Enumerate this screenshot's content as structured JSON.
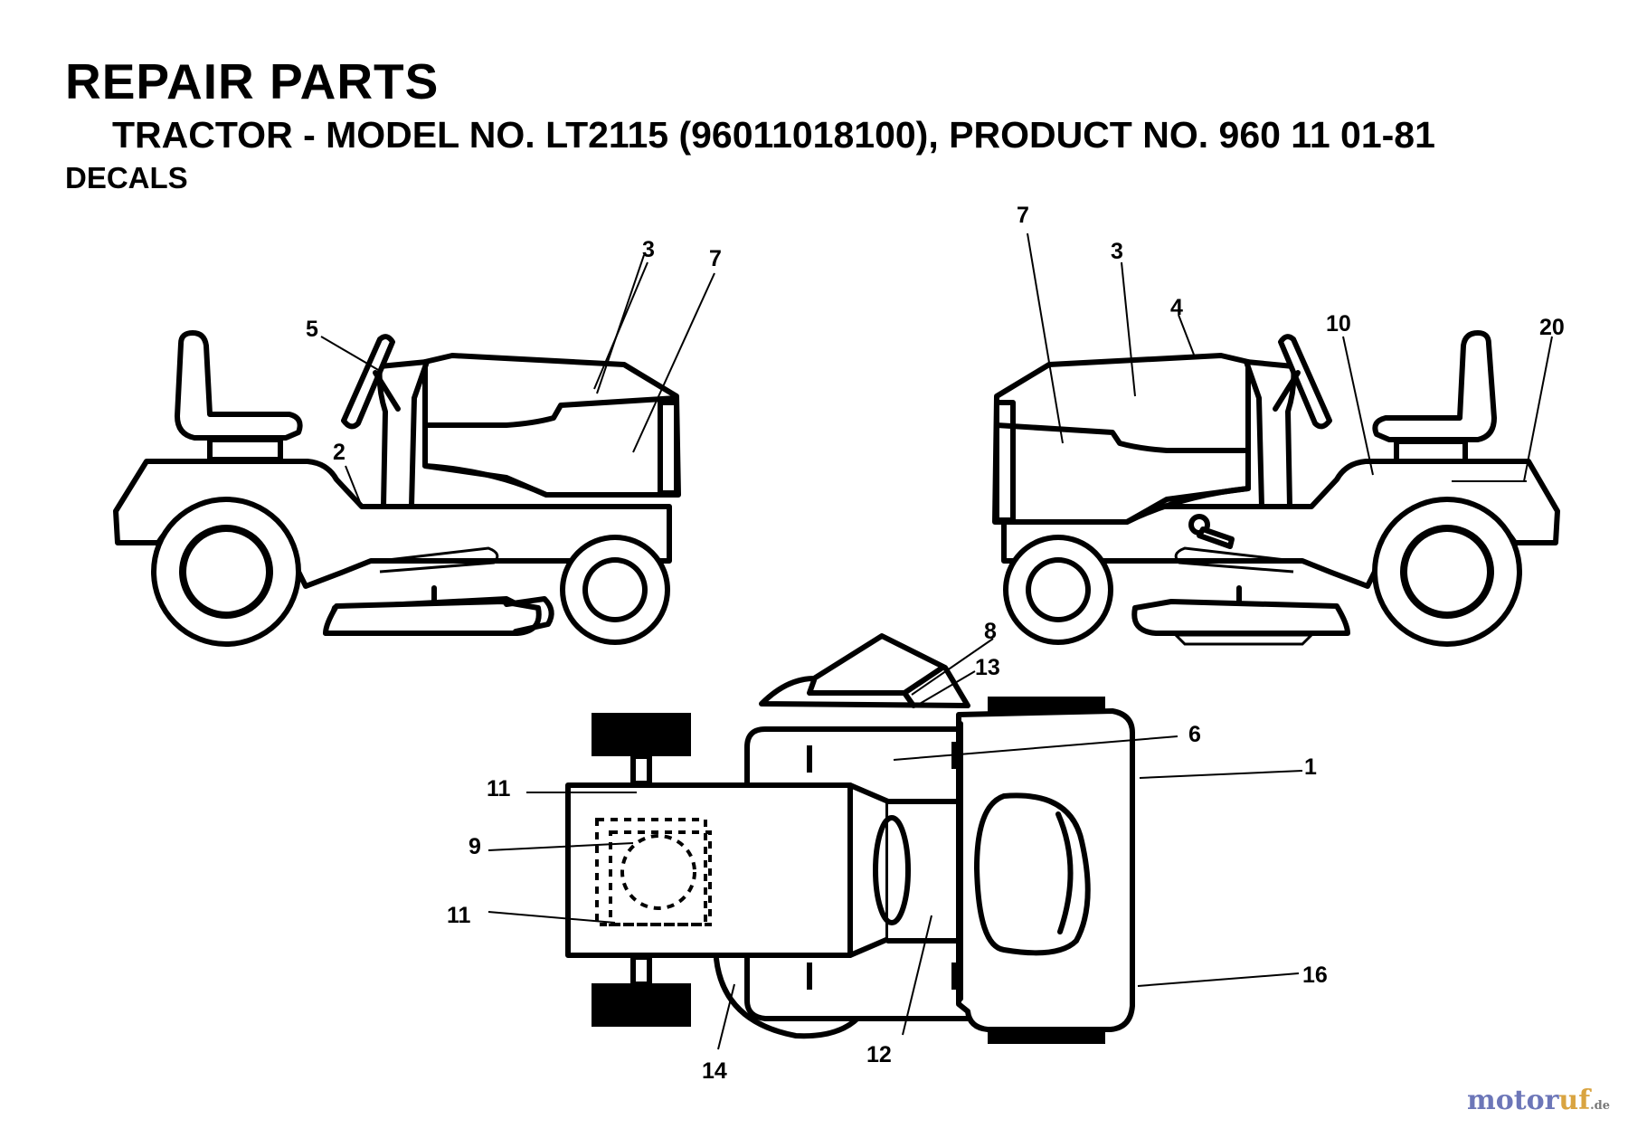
{
  "header": {
    "title": "REPAIR PARTS",
    "subtitle": "TRACTOR - MODEL NO. LT2115 (96011018100), PRODUCT NO. 960 11 01-81",
    "section": "DECALS"
  },
  "callouts": {
    "left_view": [
      "3",
      "7",
      "5",
      "2"
    ],
    "right_view": [
      "7",
      "3",
      "4",
      "10",
      "20"
    ],
    "top_view": [
      "8",
      "13",
      "6",
      "1",
      "11",
      "9",
      "11",
      "16",
      "14",
      "12"
    ]
  },
  "watermark": {
    "part1": "motor",
    "part2": "uf",
    "part3": ".de"
  },
  "colors": {
    "line": "#000000",
    "background": "#ffffff",
    "watermark_primary": "#6c76b8",
    "watermark_accent": "#d9a441"
  }
}
